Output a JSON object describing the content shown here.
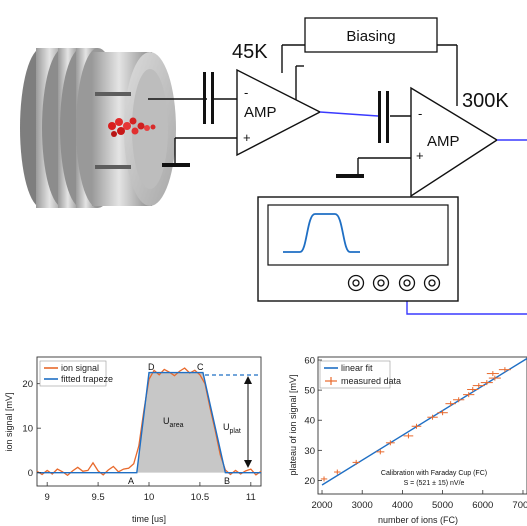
{
  "circuit": {
    "gain1": "45K",
    "gain2": "300K",
    "amp1": "AMP",
    "amp2": "AMP",
    "biasing": "Biasing",
    "minus": "-",
    "plus": "+"
  },
  "colors": {
    "trace": "#1f6fc4",
    "signal": "#e8692c",
    "fill": "#c7c7c7",
    "wire": "#3a3aff"
  },
  "chart_data": [
    {
      "type": "line",
      "xlabel": "time [us]",
      "ylabel": "ion signal [mV]",
      "xlim": [
        8.9,
        11.1
      ],
      "ylim": [
        -3,
        26
      ],
      "xticks": [
        "9",
        "9.5",
        "10",
        "10.5",
        "11"
      ],
      "yticks": [
        "0",
        "10",
        "20"
      ],
      "legend": [
        "ion signal",
        "fitted trapeze"
      ],
      "legend_position": "top-left",
      "annotations": [
        "A",
        "B",
        "C",
        "D"
      ],
      "area_label": {
        "main": "U",
        "sub": "area"
      },
      "plat_label": {
        "main": "U",
        "sub": "plat"
      },
      "series": [
        {
          "name": "fitted trapeze",
          "x": [
            8.9,
            9.88,
            10.0,
            10.53,
            10.75,
            11.1
          ],
          "y": [
            0,
            0,
            22.5,
            22.5,
            0,
            0
          ]
        },
        {
          "name": "ion signal",
          "x": [
            8.9,
            8.95,
            9.0,
            9.05,
            9.1,
            9.15,
            9.2,
            9.25,
            9.3,
            9.35,
            9.4,
            9.45,
            9.5,
            9.55,
            9.6,
            9.65,
            9.7,
            9.75,
            9.8,
            9.85,
            9.9,
            9.95,
            10.0,
            10.05,
            10.1,
            10.15,
            10.2,
            10.25,
            10.3,
            10.35,
            10.4,
            10.45,
            10.5,
            10.55,
            10.6,
            10.65,
            10.7,
            10.75,
            10.8,
            10.85,
            10.9,
            10.95,
            11.0,
            11.05,
            11.1
          ],
          "y": [
            0.3,
            -0.4,
            0.5,
            -0.3,
            0.8,
            0.2,
            -0.6,
            0.4,
            1.2,
            0.3,
            0.5,
            2.2,
            0.4,
            -0.5,
            0.6,
            1.4,
            0.2,
            0.8,
            1.0,
            2.0,
            6.0,
            14.0,
            21.0,
            23.0,
            22.0,
            23.2,
            22.6,
            21.8,
            22.8,
            23.5,
            22.4,
            23.0,
            22.0,
            20.0,
            14.5,
            9.5,
            4.0,
            0.6,
            -0.4,
            0.5,
            -0.3,
            0.4,
            0.8,
            -0.5,
            0.3
          ]
        }
      ]
    },
    {
      "type": "scatter",
      "xlabel": "number of ions (FC)",
      "ylabel": "plateau of ion signal [mV]",
      "xlim": [
        1900,
        7100
      ],
      "ylim": [
        15.5,
        61
      ],
      "xticks": [
        "2000",
        "3000",
        "4000",
        "5000",
        "6000",
        "7000"
      ],
      "yticks": [
        "20",
        "30",
        "40",
        "50",
        "60"
      ],
      "legend": [
        "linear fit",
        "measured data"
      ],
      "legend_position": "top-left",
      "note_line1": "Calibration with Faraday Cup (FC)",
      "note_line2": "S = (521 ± 15) nV/e",
      "fit": {
        "x": [
          2000,
          7100
        ],
        "y": [
          18.5,
          60.5
        ]
      },
      "points": [
        {
          "x": 2050,
          "y": 20.5,
          "xerr": 80
        },
        {
          "x": 2380,
          "y": 22.8,
          "xerr": 80
        },
        {
          "x": 2850,
          "y": 26.0,
          "xerr": 90
        },
        {
          "x": 3450,
          "y": 29.5,
          "xerr": 100
        },
        {
          "x": 3700,
          "y": 32.5,
          "xerr": 110
        },
        {
          "x": 4150,
          "y": 34.8,
          "xerr": 120
        },
        {
          "x": 4350,
          "y": 38.0,
          "xerr": 120
        },
        {
          "x": 4750,
          "y": 41.0,
          "xerr": 130
        },
        {
          "x": 5000,
          "y": 42.5,
          "xerr": 130
        },
        {
          "x": 5200,
          "y": 45.5,
          "xerr": 130
        },
        {
          "x": 5400,
          "y": 46.8,
          "xerr": 140
        },
        {
          "x": 5650,
          "y": 48.5,
          "xerr": 140
        },
        {
          "x": 5750,
          "y": 50.2,
          "xerr": 140
        },
        {
          "x": 5900,
          "y": 51.5,
          "xerr": 150
        },
        {
          "x": 6100,
          "y": 52.5,
          "xerr": 150
        },
        {
          "x": 6300,
          "y": 54.0,
          "xerr": 150
        },
        {
          "x": 6250,
          "y": 55.5,
          "xerr": 150
        },
        {
          "x": 6550,
          "y": 56.8,
          "xerr": 150
        }
      ]
    }
  ]
}
